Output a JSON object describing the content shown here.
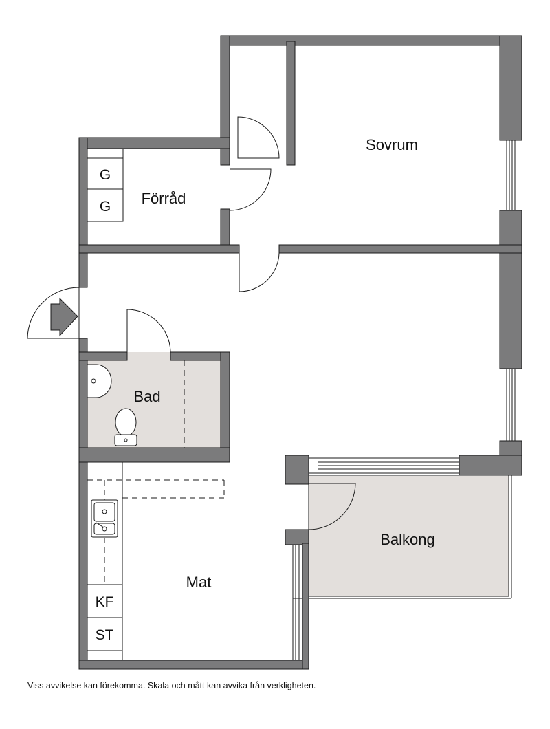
{
  "rooms": {
    "sovrum": "Sovrum",
    "forrad": "Förråd",
    "bad": "Bad",
    "balkong": "Balkong",
    "mat": "Mat"
  },
  "fixtures": {
    "gas1": "G",
    "gas2": "G",
    "kf": "KF",
    "st": "ST"
  },
  "disclaimer": "Viss avvikelse kan förekomma. Skala och mått kan avvika från verkligheten.",
  "colors": {
    "wall": "#7b7b7c",
    "floor_tint": "#e3dfdc",
    "line": "#1a1a1a"
  }
}
